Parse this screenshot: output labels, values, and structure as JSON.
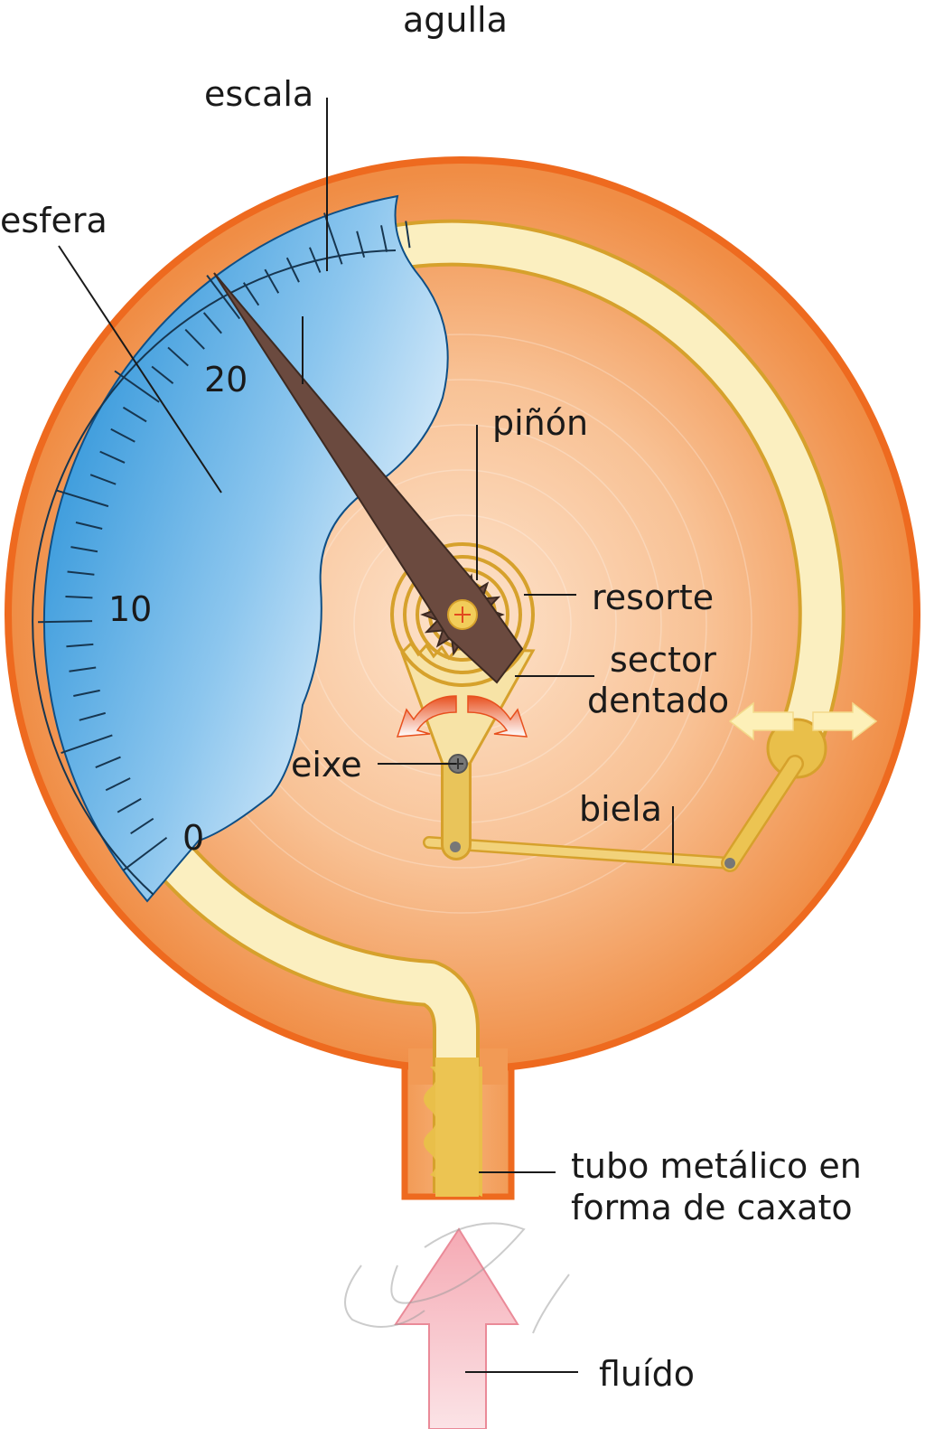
{
  "labels": {
    "needle": "agulla",
    "scale": "escala",
    "dial": "esfera",
    "pinion": "piñón",
    "spring": "resorte",
    "sector_line1": "sector",
    "sector_line2": "dentado",
    "axis": "eixe",
    "connecting_rod": "biela",
    "tube_line1": "tubo metálico en",
    "tube_line2": "forma de caxato",
    "fluid": "fluído"
  },
  "scale_numbers": [
    "0",
    "10",
    "20"
  ],
  "colors": {
    "case_border": "#ee6a1f",
    "case_fill": "#f29a55",
    "dial_blue": "#1b8fd8",
    "tube_cream": "#fbefc0",
    "tube_border": "#d6a12c",
    "needle": "#6b4a3f",
    "fluid_arrow": "#f2a2ad"
  }
}
